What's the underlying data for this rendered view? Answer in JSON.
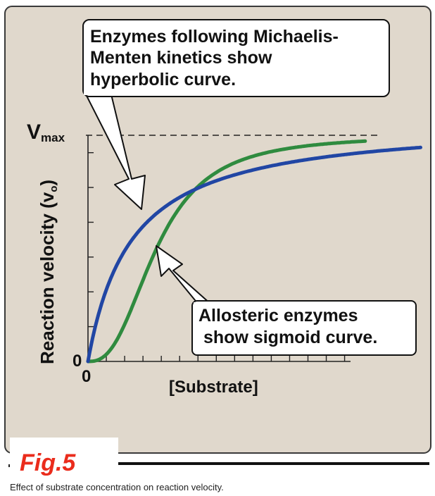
{
  "callouts": {
    "michaelis": {
      "lines": [
        "Enzymes following Michaelis-",
        "Menten kinetics show",
        "hyperbolic curve."
      ]
    },
    "allosteric": {
      "lines": [
        "Allosteric enzymes",
        "show sigmoid curve."
      ]
    }
  },
  "axes": {
    "y_label": "Reaction velocity (v",
    "y_label_sub": "o",
    "y_label_close": ")",
    "x_label": "[Substrate]",
    "y_top_label_main": "V",
    "y_top_label_sub": "max",
    "y_zero": "0",
    "x_zero": "0"
  },
  "curves": {
    "hyperbolic": {
      "color": "#2146a4",
      "vmax": 1.07,
      "km": 0.165
    },
    "sigmoid": {
      "color": "#2f8b3f",
      "vmax": 1.0,
      "k": 0.26,
      "n": 2.6
    },
    "x_max": 1.26,
    "x_max_sigmoid": 1.05
  },
  "figure": {
    "label": "Fig.5",
    "caption": "Effect of substrate concentration on reaction velocity.",
    "label_color": "#ea2c1c",
    "panel_color": "#e0d8cc"
  }
}
